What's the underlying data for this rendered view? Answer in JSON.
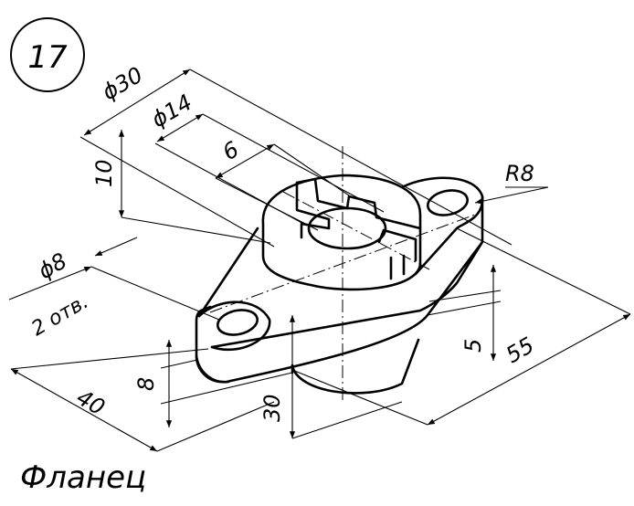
{
  "badge_number": "17",
  "title": "Фланец",
  "dimensions": {
    "phi30": "ϕ30",
    "phi14": "ϕ14",
    "six": "6",
    "ten": "10",
    "r8": "R8",
    "phi8": "ϕ8",
    "two_holes": "2 отв.",
    "forty": "40",
    "eight": "8",
    "thirty": "30",
    "five": "5",
    "fifty_five": "55"
  }
}
